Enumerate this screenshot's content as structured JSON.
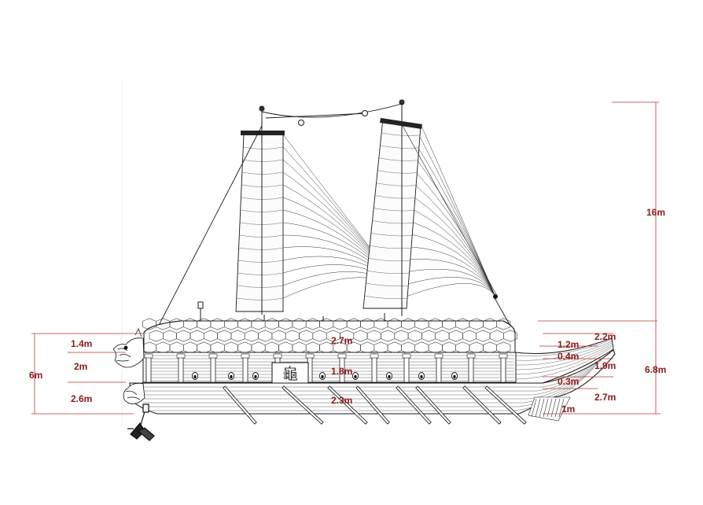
{
  "colors": {
    "ink": "#1a1a1a",
    "dimension": "#8b1a1a",
    "background": "#ffffff"
  },
  "dimensions": {
    "left_total": "6m",
    "left_upper": "1.4m",
    "left_middle": "2m",
    "left_lower": "2.6m",
    "center_roof": "2.7m",
    "center_middle": "1.8m",
    "center_lower": "2.3m",
    "right_top": "2.2m",
    "right_roof": "1.2m",
    "right_rail": "0.4m",
    "right_middle": "1.9m",
    "right_hull_gap": "0.3m",
    "right_hull": "2.7m",
    "right_keel": "1m",
    "mast_height": "16m",
    "hull_total_height": "6.8m"
  },
  "hull_inscription": "龜"
}
